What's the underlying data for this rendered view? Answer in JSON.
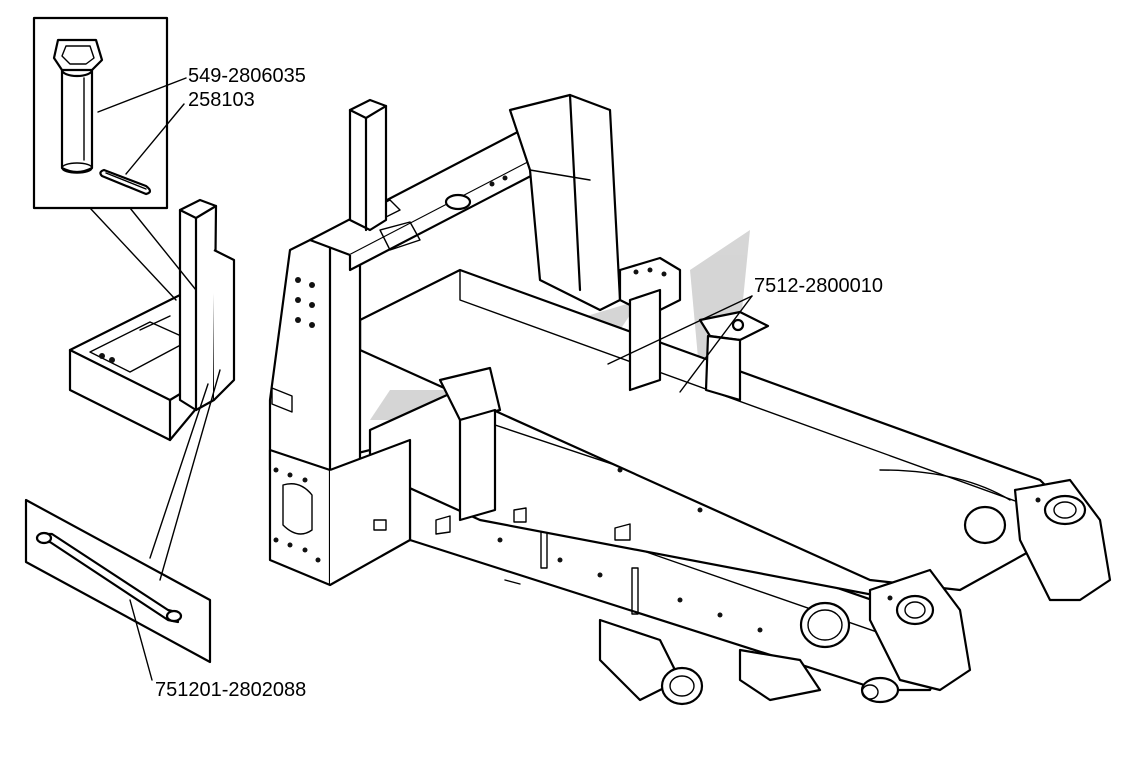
{
  "labels": {
    "part_1": "549-2806035",
    "part_2": "258103",
    "part_3": "7512-2800010",
    "part_4": "751201-2802088"
  },
  "colors": {
    "line": "#000000",
    "background": "#ffffff",
    "watermark": "#b4b4b4"
  },
  "icons": {
    "watermark": "company-logo-watermark"
  }
}
